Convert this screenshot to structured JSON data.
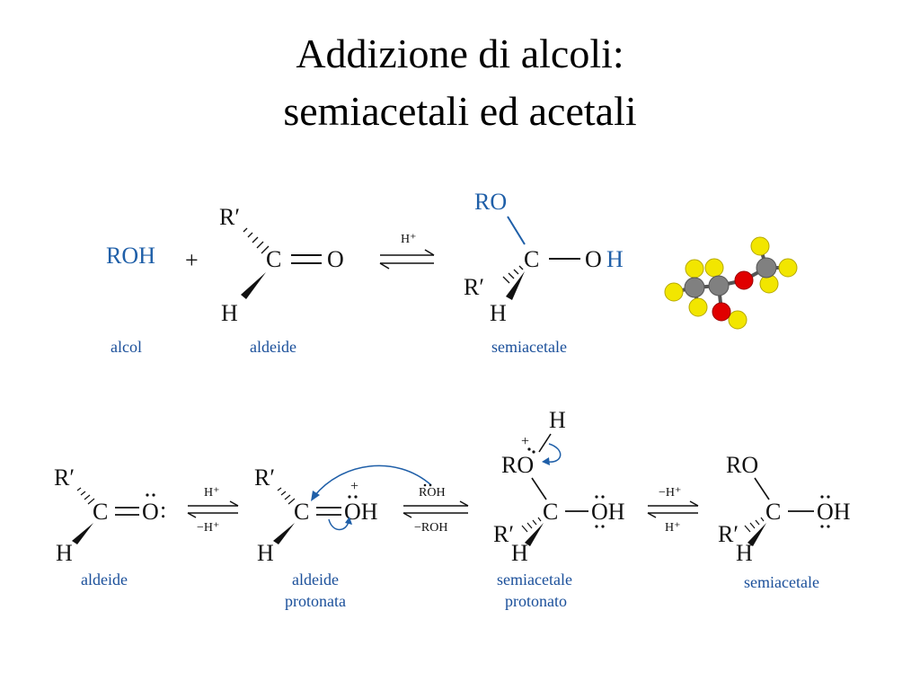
{
  "title": {
    "line1": "Addizione di alcoli:",
    "line2": "semiacetali ed acetali"
  },
  "colors": {
    "text": "#111111",
    "blue": "#1f5fa8",
    "caption": "#1a4f9a",
    "atom_carbon": "#808080",
    "atom_oxygen": "#e00000",
    "atom_hydrogen": "#f2e600"
  },
  "top_reaction": {
    "reactant1": {
      "formula": "ROH",
      "caption": "alcol"
    },
    "plus": "+",
    "reactant2": {
      "r_prime": "R′",
      "carbon": "C",
      "oxygen": "O",
      "hydrogen": "H",
      "caption": "aldeide"
    },
    "catalyst": "H⁺",
    "product": {
      "ro": "RO",
      "carbon": "C",
      "oxygen": "O",
      "oh_h": "H",
      "r_prime": "R′",
      "hydrogen": "H",
      "caption": "semiacetale"
    },
    "model_icon": "ball-and-stick-molecule"
  },
  "mechanism": {
    "step1": {
      "r_prime": "R′",
      "carbon": "C",
      "oxygen": "O",
      "colon": ":",
      "hydrogen": "H",
      "caption": "aldeide"
    },
    "arrow1": {
      "top": "H⁺",
      "bottom": "−H⁺"
    },
    "step2": {
      "r_prime": "R′",
      "carbon": "C",
      "oh": "OH",
      "charge": "+",
      "hydrogen": "H",
      "caption_line1": "aldeide",
      "caption_line2": "protonata"
    },
    "arrow2": {
      "top": "ROH",
      "bottom": "−ROH"
    },
    "step3": {
      "h_top": "H",
      "ro": "RO",
      "charge": "+",
      "carbon": "C",
      "oh": "OH",
      "r_prime": "R′",
      "hydrogen": "H",
      "caption_line1": "semiacetale",
      "caption_line2": "protonato"
    },
    "arrow3": {
      "top": "−H⁺",
      "bottom": "H⁺"
    },
    "step4": {
      "ro": "RO",
      "carbon": "C",
      "oh": "OH",
      "r_prime": "R′",
      "hydrogen": "H",
      "caption": "semiacetale"
    }
  }
}
